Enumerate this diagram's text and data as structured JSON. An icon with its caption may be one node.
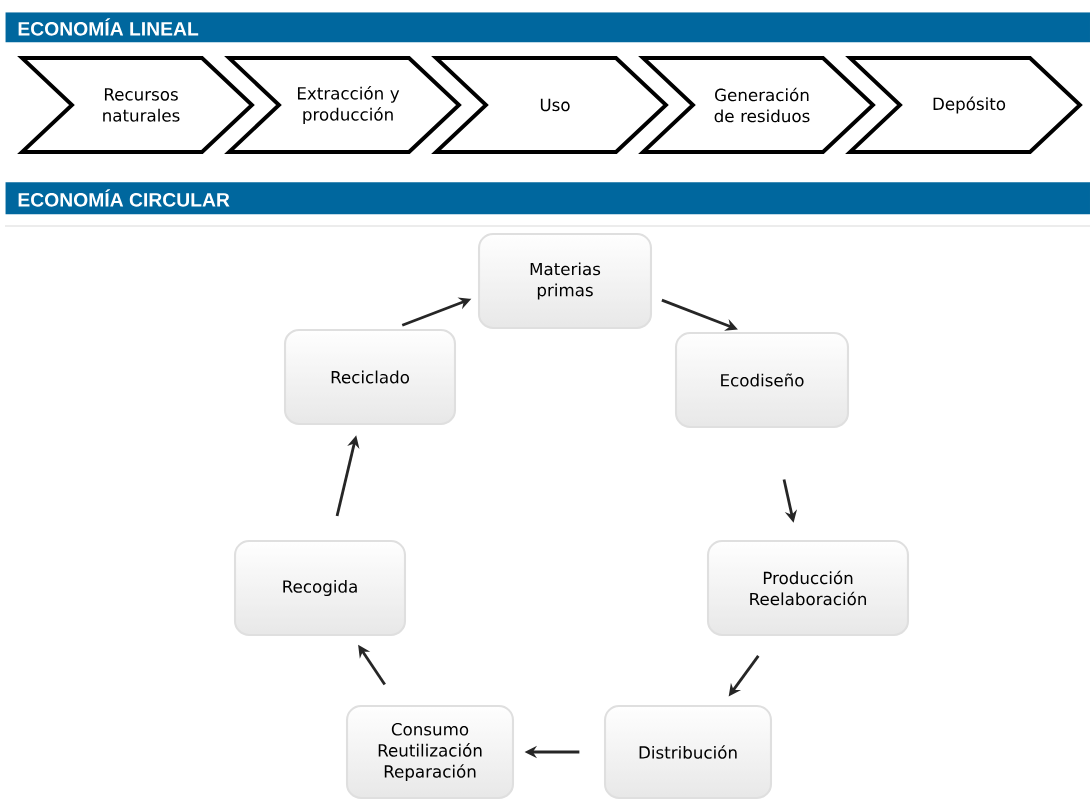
{
  "diagram": {
    "nodes": [
      {
        "text": [
          "ECONOMÍA LINEAL"
        ]
      },
      {
        "text": [
          "Recursos naturales"
        ]
      },
      {
        "text": [
          "Extracción y producción"
        ]
      },
      {
        "text": [
          "Uso"
        ]
      },
      {
        "text": [
          "Generación de residuos"
        ]
      },
      {
        "text": [
          "Depósito"
        ]
      },
      {
        "text": [
          "ECONOMÍA CIRCULAR"
        ]
      },
      {
        "text": [
          "Materias primas"
        ]
      },
      {
        "text": [
          "Ecodiseño"
        ]
      },
      {
        "text": [
          "Producción Reelaboración"
        ]
      },
      {
        "text": [
          "Distribución"
        ]
      },
      {
        "text": [
          "Consumo Reutilización Reparación"
        ]
      },
      {
        "text": [
          "Recogida"
        ]
      },
      {
        "text": [
          "Reciclado"
        ]
      }
    ],
    "edges": [
      {
        "from": 7,
        "to": 8,
        "arrow": "to"
      },
      {
        "from": 8,
        "to": 9,
        "arrow": "to"
      },
      {
        "from": 9,
        "to": 10,
        "arrow": "to"
      },
      {
        "from": 10,
        "to": 11,
        "arrow": "to"
      },
      {
        "from": 11,
        "to": 12,
        "arrow": "to"
      },
      {
        "from": 12,
        "to": 13,
        "arrow": "to"
      },
      {
        "from": 13,
        "to": 7,
        "arrow": "to"
      }
    ]
  }
}
